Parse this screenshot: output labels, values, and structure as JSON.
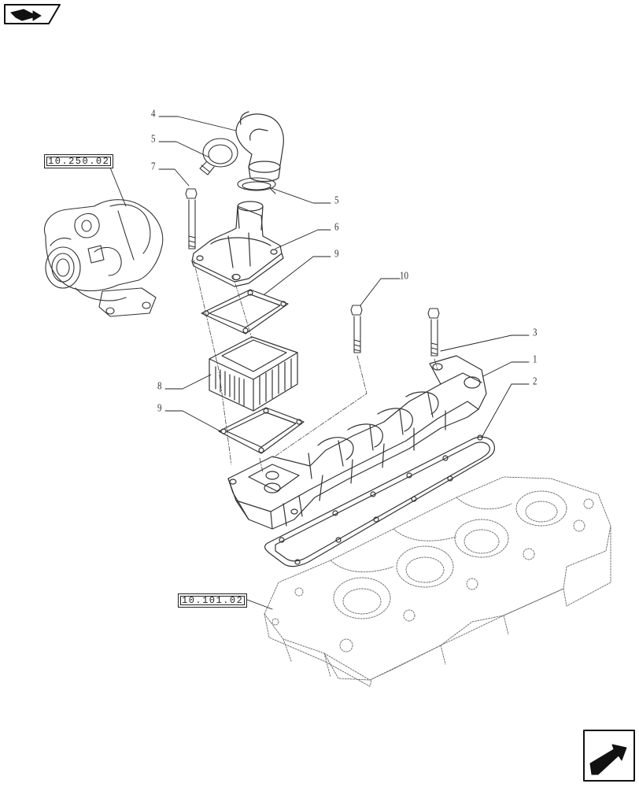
{
  "references": [
    {
      "id": "turbo",
      "label": "10.250.02"
    },
    {
      "id": "head",
      "label": "10.101.02"
    }
  ],
  "callouts": [
    {
      "id": "c4",
      "label": "4"
    },
    {
      "id": "c5a",
      "label": "5"
    },
    {
      "id": "c7",
      "label": "7"
    },
    {
      "id": "c5b",
      "label": "5"
    },
    {
      "id": "c6",
      "label": "6"
    },
    {
      "id": "c9a",
      "label": "9"
    },
    {
      "id": "c10",
      "label": "10"
    },
    {
      "id": "c3",
      "label": "3"
    },
    {
      "id": "c1",
      "label": "1"
    },
    {
      "id": "c2",
      "label": "2"
    },
    {
      "id": "c8",
      "label": "8"
    },
    {
      "id": "c9b",
      "label": "9"
    }
  ],
  "nav": {
    "previous_icon": "previous-page-arrow-icon",
    "next_icon": "next-page-arrow-icon"
  }
}
